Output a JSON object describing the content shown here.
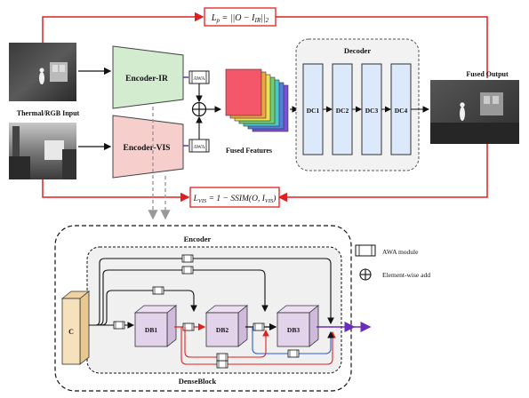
{
  "top_loss": {
    "text": "L_p = ||O − I_IR||₂",
    "main": "L",
    "sub": "p",
    "rest": " = ||O − I",
    "sub2": "IR",
    "rest2": "||",
    "sub3": "2"
  },
  "bottom_loss": {
    "main": "L",
    "sub": "VIS",
    "rest": " = 1 − SSIM(O, I",
    "sub2": "VIS",
    "rest2": ")"
  },
  "input_label": "Thermal/RGB Input",
  "encoder_ir": "Encoder-IR",
  "encoder_vis": "Encoder-VIS",
  "awa": "AWA",
  "fused_features": "Fused Features",
  "decoder": {
    "title": "Decoder",
    "blocks": [
      "DC1",
      "DC2",
      "DC3",
      "DC4"
    ]
  },
  "fused_output": "Fused Output",
  "detail": {
    "encoder_title": "Encoder",
    "dense_title": "DenseBlock",
    "conv": "C",
    "blocks": [
      "DB1",
      "DB2",
      "DB3"
    ]
  },
  "legend": {
    "awa_module": "AWA module",
    "add": "Element-wise add"
  },
  "colors": {
    "loss_red": "#e02020",
    "enc_ir": "#d3ecd0",
    "enc_vis": "#f6cfcc",
    "decoder_block": "#dbe9fb",
    "db_cube": "#e2d2ea",
    "conv_block": "#f6e1bd",
    "purple_arrow": "#6a2bbf",
    "blue_path": "#2a5bd7"
  }
}
